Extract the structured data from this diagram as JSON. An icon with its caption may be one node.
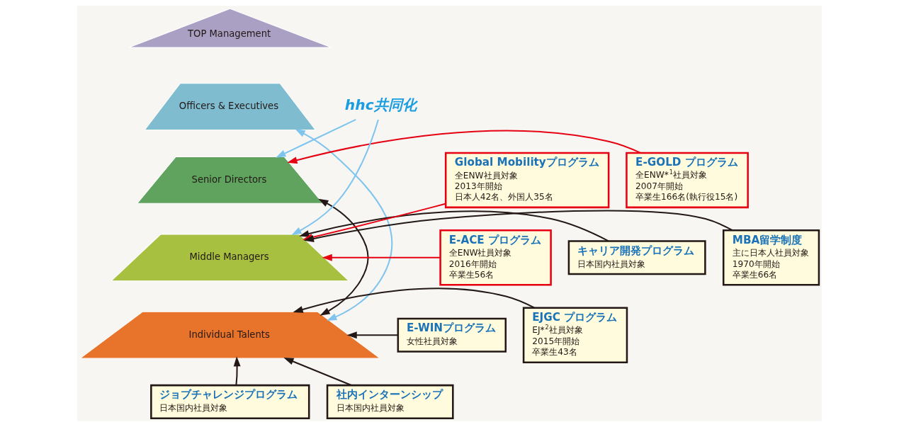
{
  "diagram": {
    "nodes": [
      {
        "text": [
          "TOP Management"
        ]
      },
      {
        "text": [
          "Officers & Executives"
        ]
      },
      {
        "text": [
          "Senior Directors"
        ]
      },
      {
        "text": [
          "Middle Managers"
        ]
      },
      {
        "text": [
          "Individual Talents"
        ]
      },
      {
        "text": [
          "E-GOLD プログラム",
          "全ENW*$^{1}$社員対象",
          "2007年開始",
          "卒業生166名(執行役15名)"
        ]
      },
      {
        "text": [
          "E-ACE プログラム",
          "全ENW社員対象",
          "2016年開始",
          "卒業生56名"
        ]
      },
      {
        "text": [
          "キャリア開発プログラム",
          "日本国内社員対象"
        ]
      },
      {
        "text": [
          "E-WINプログラム",
          "女性社員対象"
        ]
      },
      {
        "text": [
          "ジョブチャレンジプログラム",
          "日本国内社員対象"
        ]
      },
      {
        "text": [
          "社内インターンシップ",
          "日本国内社員対象"
        ]
      },
      {
        "text": [
          "hhc共同化"
        ]
      },
      {
        "text": [
          "Global Mobilityプログラム",
          "全ENW社員対象",
          "2013年開始",
          "日本人42名、外国人35名"
        ]
      },
      {
        "text": [
          "MBA留学制度",
          "主に日本人社員対象",
          "1970年開始",
          "卒業生66名"
        ]
      },
      {
        "text": [
          "EJGC プログラム",
          "EJ*$^{2}$社員対象",
          "2015年開始",
          "卒業生43名"
        ]
      }
    ],
    "edges": [
      {
        "from": 5,
        "to": 2,
        "arrow": "to",
        "color": "#e60012"
      },
      {
        "from": 6,
        "to": 3,
        "arrow": "to",
        "color": "#e60012"
      },
      {
        "from": 12,
        "to": 3,
        "arrow": "to",
        "color": "#e60012"
      },
      {
        "from": 7,
        "to": 3,
        "arrow": "to"
      },
      {
        "from": 2,
        "to": 4,
        "arrow": "both"
      },
      {
        "from": 8,
        "to": 4,
        "arrow": "to"
      },
      {
        "from": 9,
        "to": 4,
        "arrow": "to"
      },
      {
        "from": 10,
        "to": 4,
        "arrow": "to"
      },
      {
        "from": 13,
        "to": 3,
        "arrow": "to"
      },
      {
        "from": 14,
        "to": 4,
        "arrow": "to"
      },
      {
        "from": 11,
        "to": 2,
        "arrow": "to",
        "color": "#7fc4ee"
      },
      {
        "from": 11,
        "to": 3,
        "arrow": "to",
        "color": "#7fc4ee"
      },
      {
        "from": 1,
        "to": 4,
        "arrow": "both",
        "color": "#7fc4ee"
      }
    ]
  }
}
